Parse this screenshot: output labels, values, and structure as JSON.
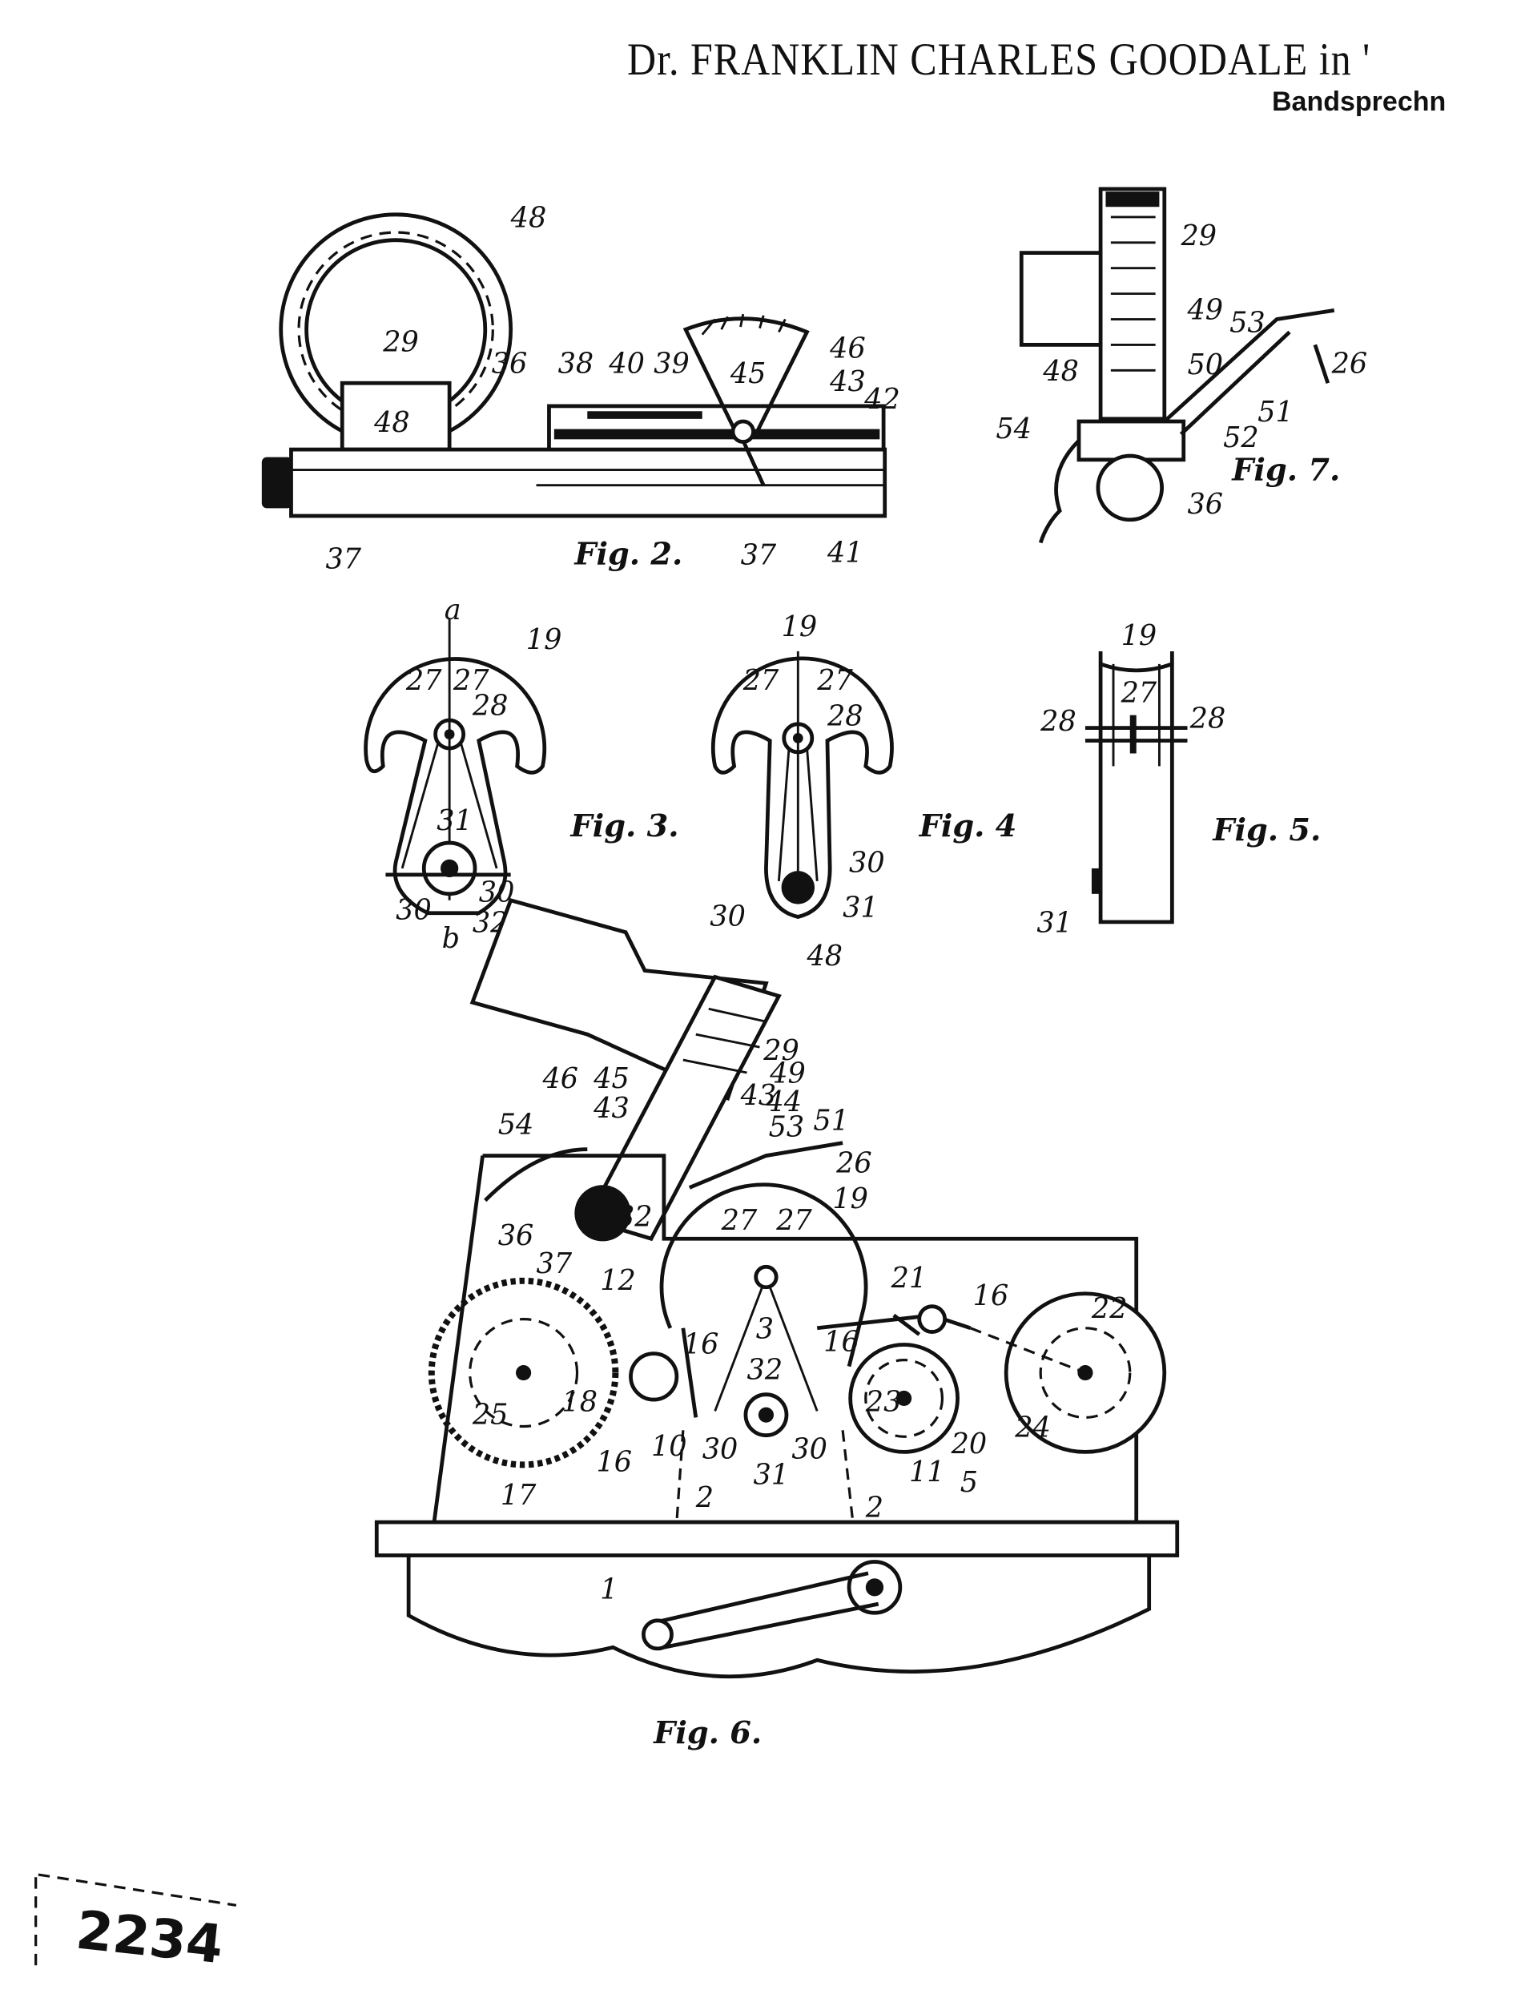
{
  "header": {
    "title": "Dr. FRANKLIN CHARLES GOODALE in '",
    "subtitle": "Bandsprechn"
  },
  "stamp": "2234",
  "figures": {
    "fig2": {
      "caption": "Fig. 2.",
      "labels": [
        "48",
        "29",
        "48",
        "36",
        "38",
        "40",
        "39",
        "45",
        "46",
        "43",
        "42",
        "37",
        "37",
        "41"
      ]
    },
    "fig7": {
      "caption": "Fig. 7.",
      "labels": [
        "29",
        "49",
        "53",
        "26",
        "48",
        "50",
        "51",
        "52",
        "54",
        "36"
      ]
    },
    "fig3": {
      "caption": "Fig. 3.",
      "labels": [
        "a",
        "19",
        "27",
        "27",
        "28",
        "31",
        "30",
        "30",
        "32",
        "b"
      ]
    },
    "fig4": {
      "caption": "Fig. 4",
      "labels": [
        "19",
        "27",
        "27",
        "28",
        "30",
        "30",
        "31"
      ]
    },
    "fig5": {
      "caption": "Fig. 5.",
      "labels": [
        "19",
        "27",
        "28",
        "28",
        "31"
      ]
    },
    "fig6": {
      "caption": "Fig. 6.",
      "labels": [
        "48",
        "29",
        "49",
        "46",
        "45",
        "43",
        "43",
        "44",
        "53",
        "51",
        "54",
        "26",
        "19",
        "27",
        "27",
        "36",
        "32",
        "37",
        "12",
        "21",
        "16",
        "22",
        "3",
        "16",
        "16",
        "32",
        "18",
        "25",
        "23",
        "24",
        "20",
        "10",
        "30",
        "31",
        "30",
        "11",
        "5",
        "17",
        "16",
        "2",
        "2",
        "1"
      ]
    }
  }
}
